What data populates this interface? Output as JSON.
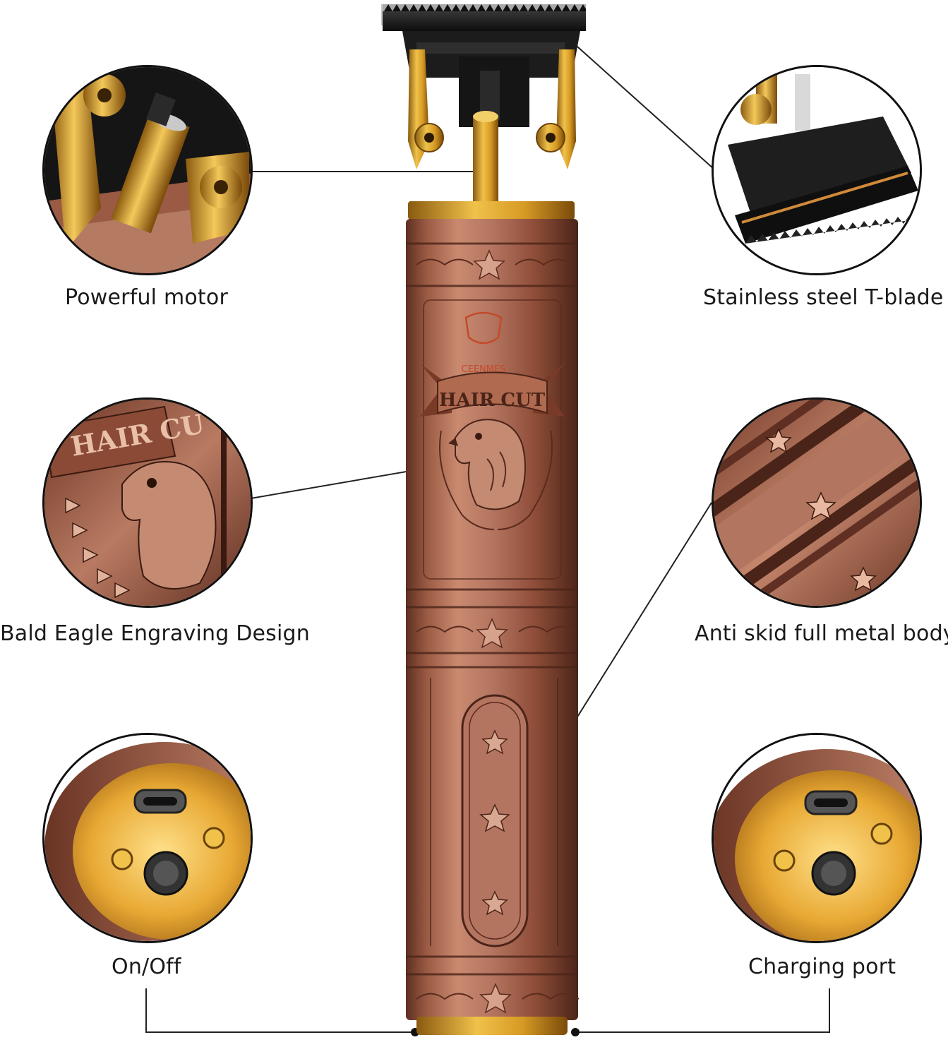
{
  "callouts": {
    "motor": "Powerful motor",
    "blade": "Stainless steel T-blade",
    "eagle": "Bald Eagle Engraving Design",
    "body": "Anti skid full metal body",
    "switch": "On/Off",
    "port": "Charging port"
  },
  "engraving": {
    "brand": "CEENMES",
    "banner": "HAIR CUT",
    "detail_banner": "HAIR CU"
  },
  "colors": {
    "copper": "#a8684f",
    "copper_dark": "#5e2f22",
    "gold": "#e1a72d",
    "blade_black": "#1a1a1a",
    "line": "#222222"
  }
}
